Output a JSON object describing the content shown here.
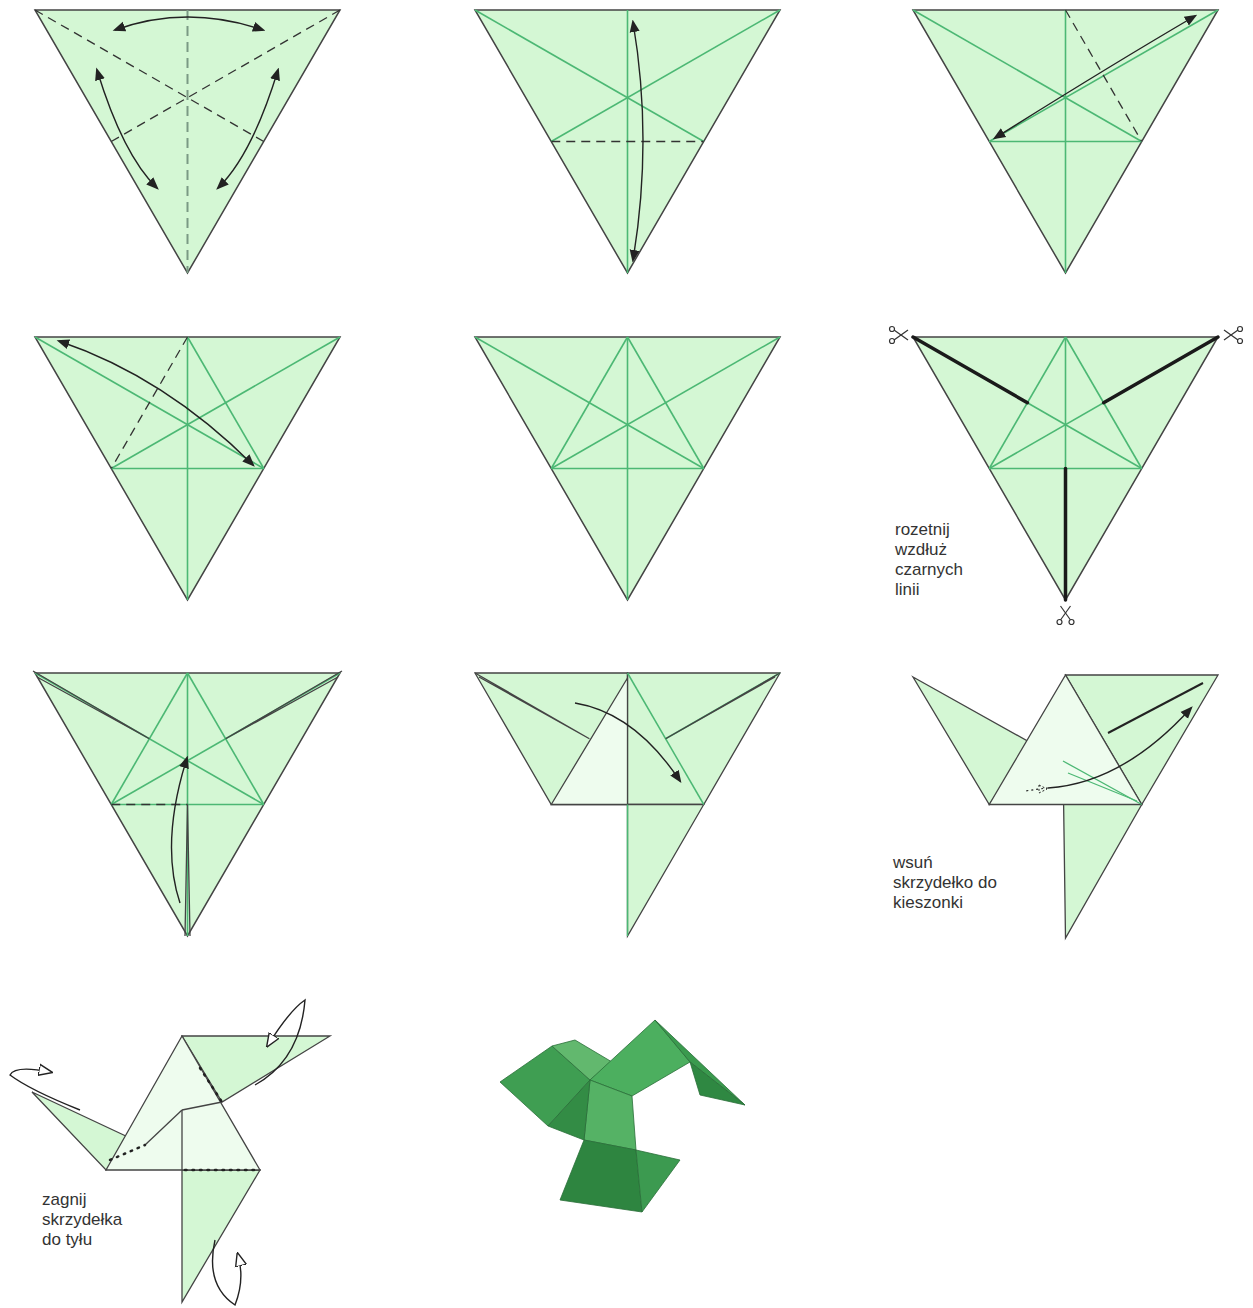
{
  "diagram": {
    "labels": [
      "rozetnij wzdłuż czarnych linii",
      "wsuń skrzydełko do kieszonki",
      "zagnij skrzydełka do tyłu"
    ]
  }
}
